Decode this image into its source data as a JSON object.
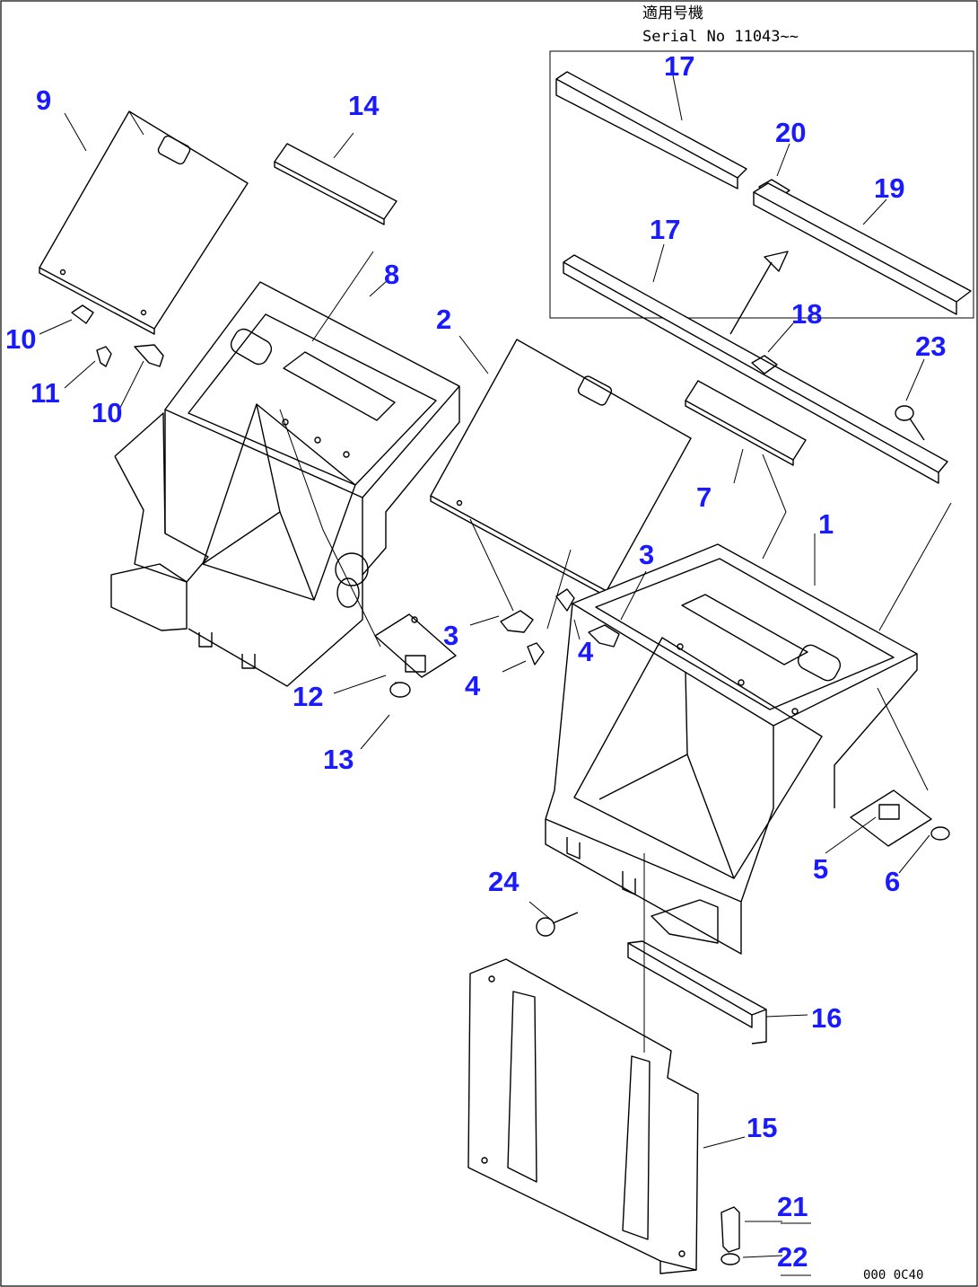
{
  "header": {
    "applicable_serial_jp": "適用号機",
    "serial_text": "Serial No 11043~~"
  },
  "drawing_code": "000 0C40",
  "callouts": {
    "c1": "1",
    "c2": "2",
    "c3a": "3",
    "c3b": "3",
    "c4a": "4",
    "c4b": "4",
    "c5": "5",
    "c6": "6",
    "c7": "7",
    "c8": "8",
    "c9": "9",
    "c10a": "10",
    "c10b": "10",
    "c11": "11",
    "c12": "12",
    "c13": "13",
    "c14": "14",
    "c15": "15",
    "c16": "16",
    "c17a": "17",
    "c17b": "17",
    "c18": "18",
    "c19": "19",
    "c20": "20",
    "c21": "21",
    "c22": "22",
    "c23": "23",
    "c24": "24"
  },
  "colors": {
    "callout": "#1a1aff",
    "line": "#000000",
    "background": "#ffffff"
  }
}
